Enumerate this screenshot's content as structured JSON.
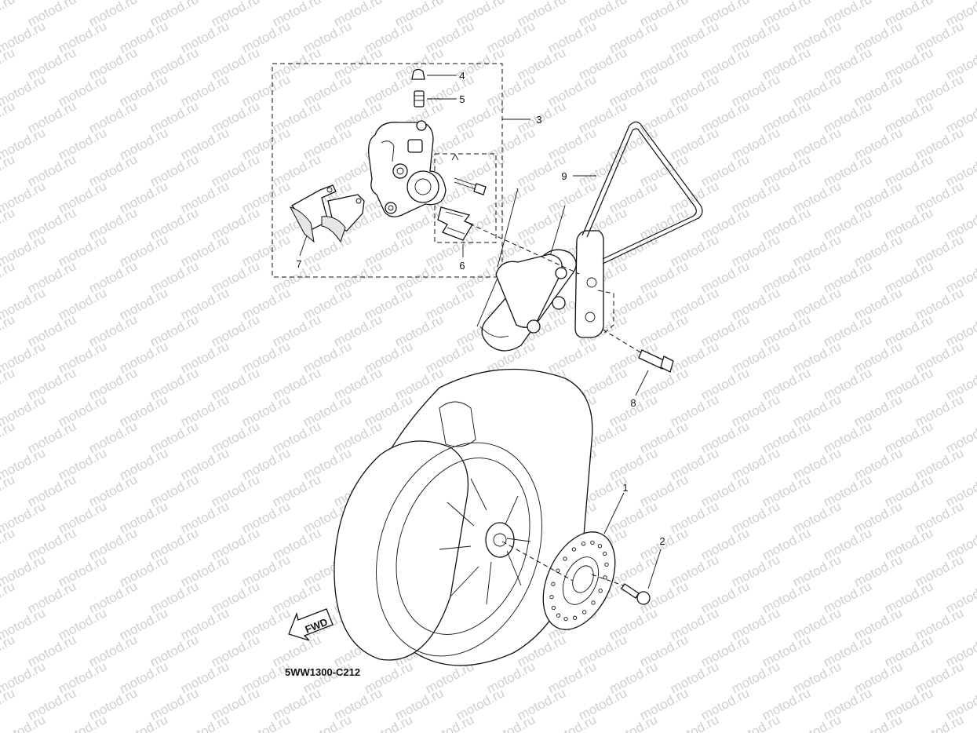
{
  "watermark": {
    "text": "motod.ru"
  },
  "diagram": {
    "part_code": "5WW1300-C212",
    "direction_label": "FWD",
    "callouts": [
      {
        "number": "1",
        "part": "brake-disc"
      },
      {
        "number": "2",
        "part": "disc-bolt"
      },
      {
        "number": "3",
        "part": "caliper-assembly"
      },
      {
        "number": "4",
        "part": "bleed-screw-cap"
      },
      {
        "number": "5",
        "part": "bleed-screw"
      },
      {
        "number": "6",
        "part": "caliper-pin-kit"
      },
      {
        "number": "7",
        "part": "brake-pad-kit"
      },
      {
        "number": "8",
        "part": "caliper-mount-bolt"
      },
      {
        "number": "9",
        "part": "brake-hose-holder"
      }
    ]
  }
}
